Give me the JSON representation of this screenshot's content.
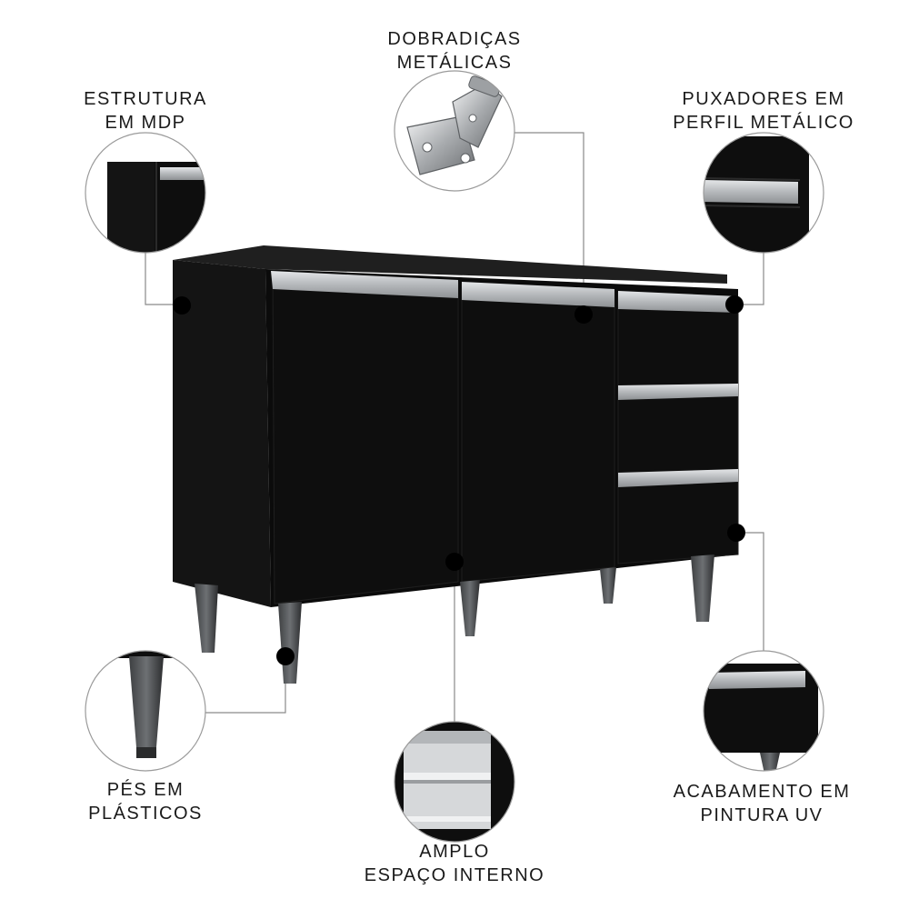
{
  "features": {
    "hinges": {
      "line1": "DOBRADIÇAS",
      "line2": "METÁLICAS",
      "icon": "metal-hinge-icon"
    },
    "structure": {
      "line1": "ESTRUTURA",
      "line2": "EM MDP",
      "icon": "mdp-structure-icon"
    },
    "handles": {
      "line1": "PUXADORES EM",
      "line2": "PERFIL METÁLICO",
      "icon": "metal-handle-icon"
    },
    "feet": {
      "line1": "PÉS EM",
      "line2": "PLÁSTICOS",
      "icon": "plastic-foot-icon"
    },
    "interior": {
      "line1": "AMPLO",
      "line2": "ESPAÇO INTERNO",
      "icon": "interior-shelf-icon"
    },
    "finish": {
      "line1": "ACABAMENTO EM",
      "line2": "PINTURA UV",
      "icon": "uv-finish-icon"
    }
  },
  "colors": {
    "cabinet": "#0d0d0d",
    "handle": "#b9bcbf",
    "leader_line": "#8a8a8a",
    "text": "#1a1a1a"
  }
}
